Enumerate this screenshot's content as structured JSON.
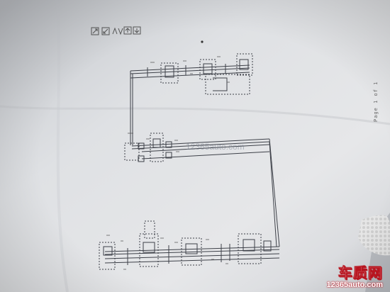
{
  "document": {
    "page_label": "Page 1 of 1",
    "watermark": "12365auto.com"
  },
  "brand": {
    "logo_text": "车质网",
    "url": "12365auto.com",
    "accent_color": "#b8141f"
  },
  "toolbar_icons": [
    "expand-icon",
    "shrink-icon",
    "arrows-icon",
    "up-arrow-icon",
    "down-arrow-icon"
  ]
}
